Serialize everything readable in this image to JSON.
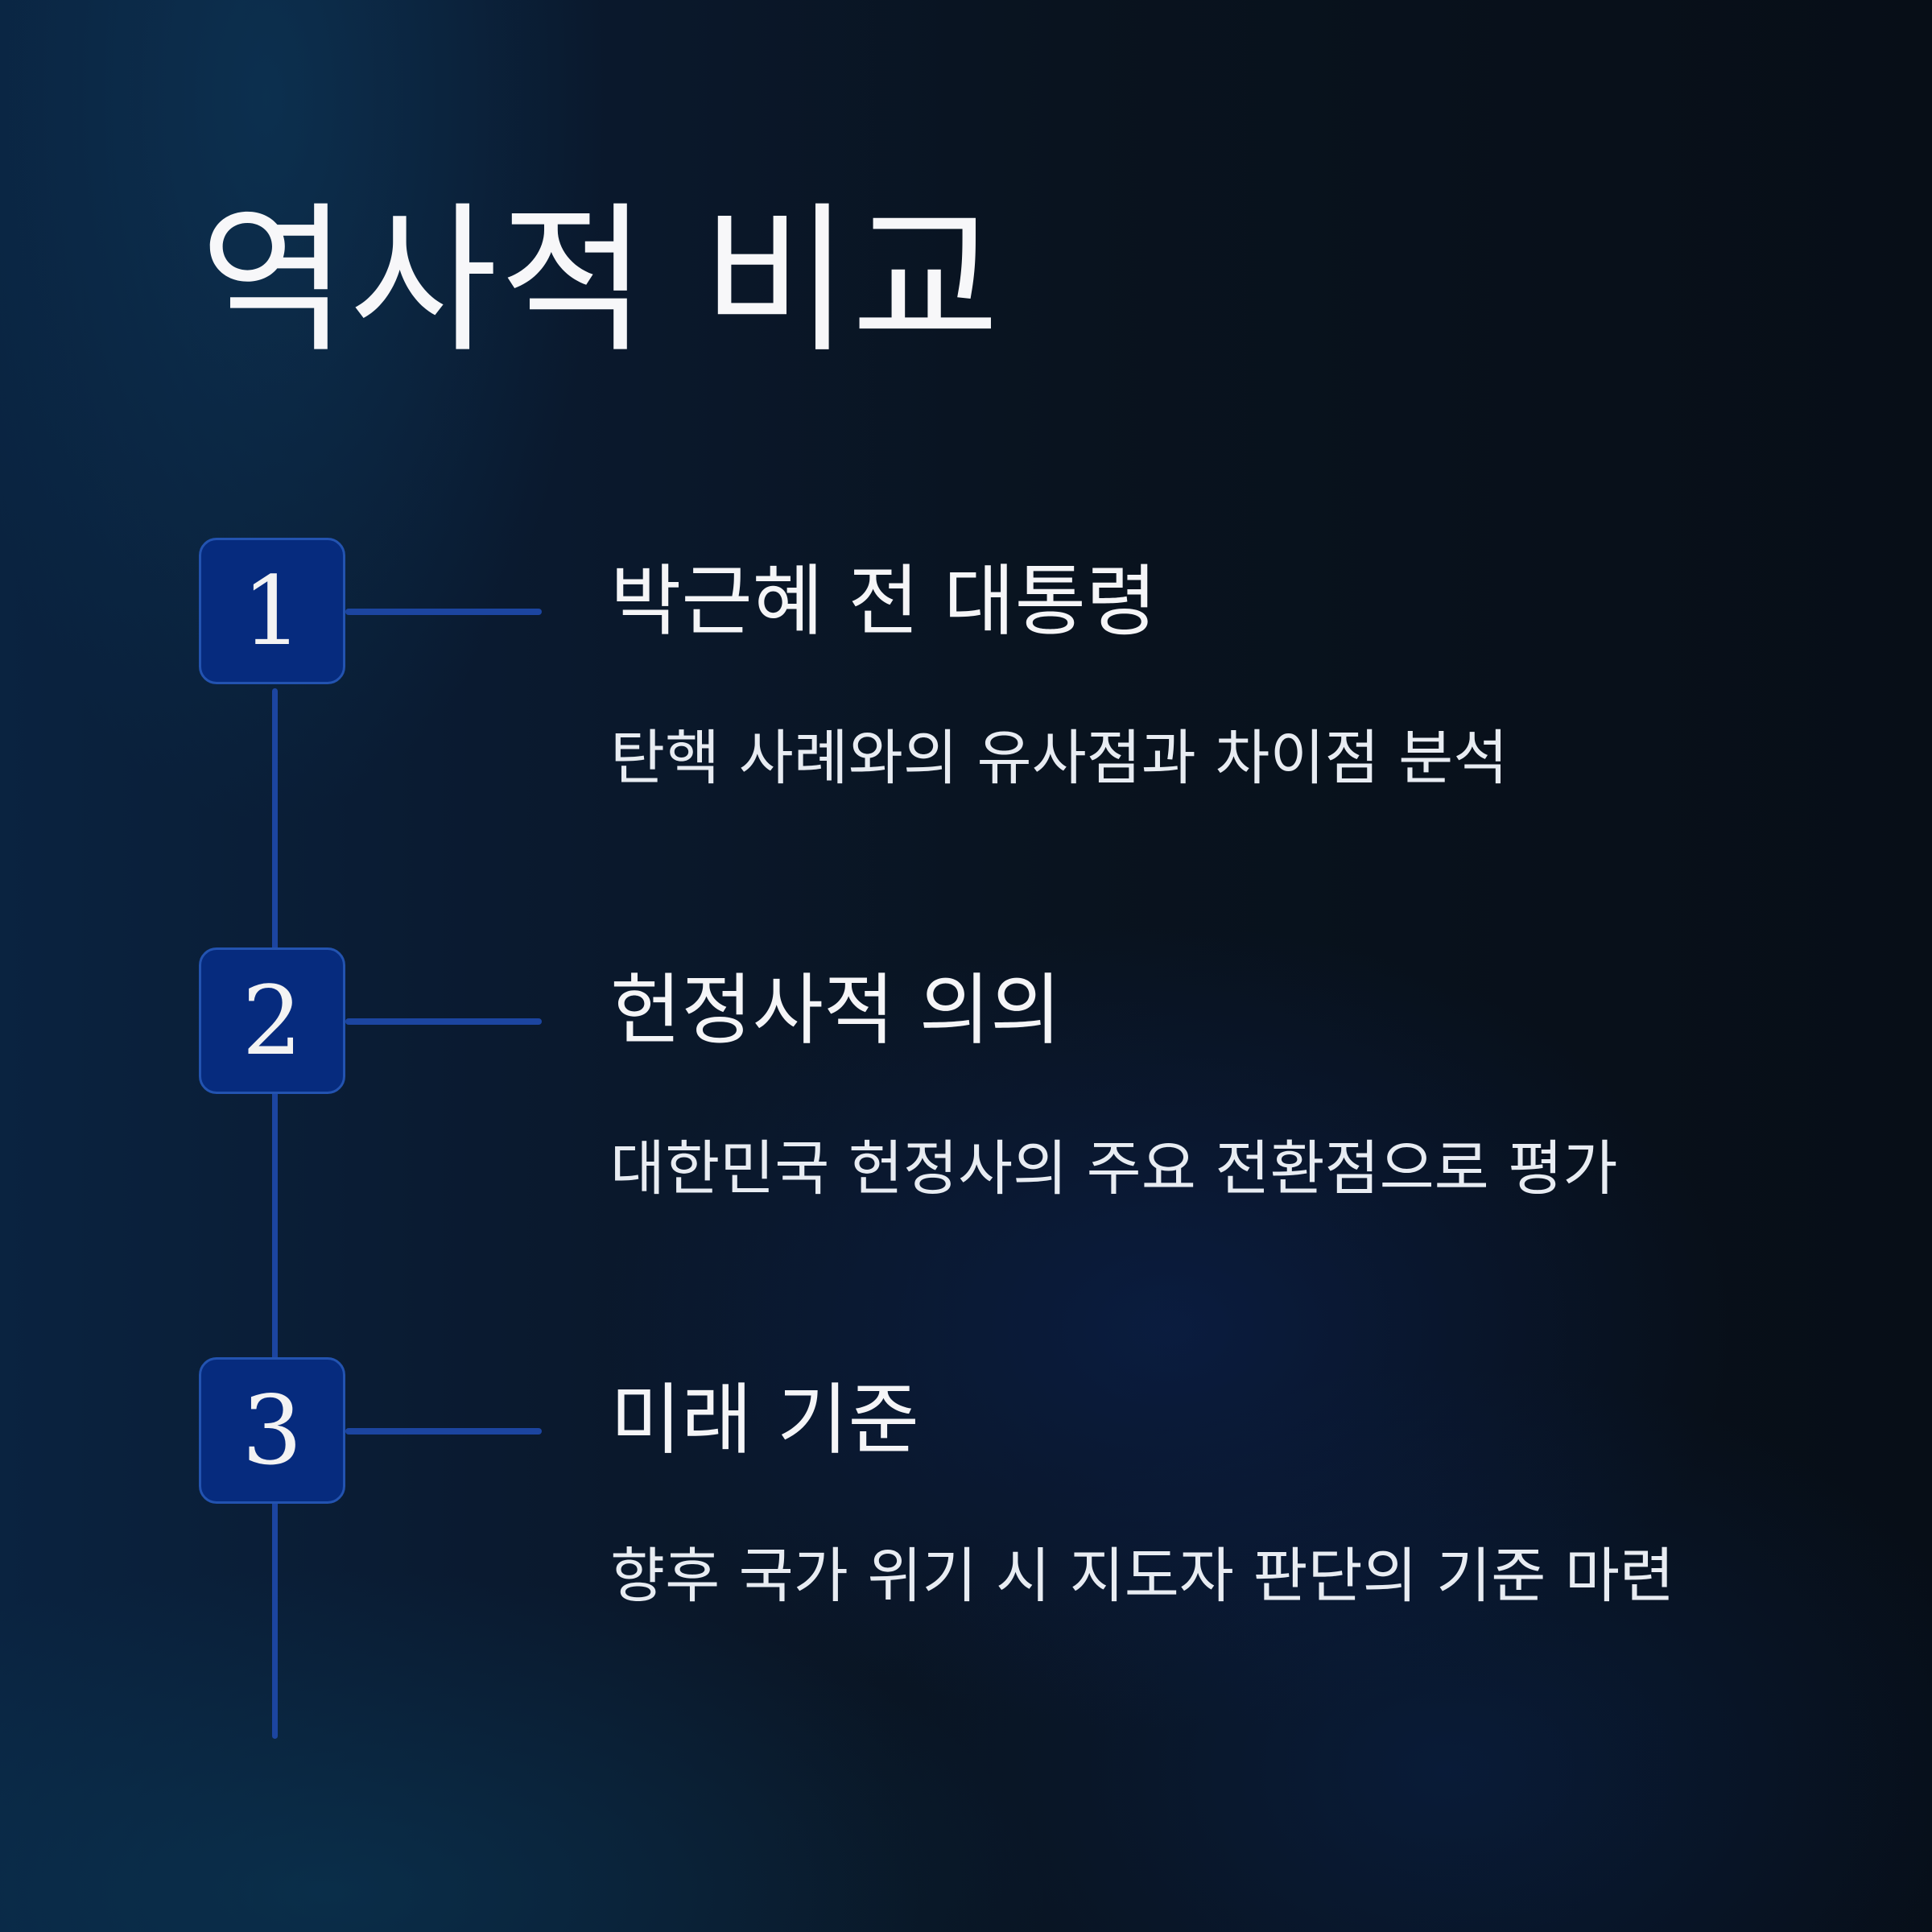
{
  "title": "역사적 비교",
  "steps": [
    {
      "number": "1",
      "title": "박근혜 전 대통령",
      "description": "탄핵 사례와의 유사점과 차이점 분석"
    },
    {
      "number": "2",
      "title": "헌정사적 의의",
      "description": "대한민국 헌정사의 주요 전환점으로 평가"
    },
    {
      "number": "3",
      "title": "미래 기준",
      "description": "향후 국가 위기 시 지도자 판단의 기준 마련"
    }
  ],
  "colors": {
    "background": "#08111d",
    "accent": "#1c45a0",
    "box_fill": "#062b7e",
    "text": "#f5f5f7"
  }
}
